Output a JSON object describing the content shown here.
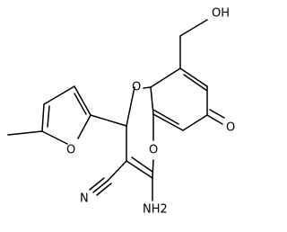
{
  "structure": {
    "atoms": [
      {
        "id": "ring-o-top",
        "label": "O"
      },
      {
        "id": "ring-o-bottom",
        "label": "O"
      },
      {
        "id": "furan-o",
        "label": "O"
      },
      {
        "id": "carbonyl-o",
        "label": "O"
      },
      {
        "id": "hydroxyl-oh",
        "label": "OH"
      },
      {
        "id": "amino-nh2",
        "label": "NH2"
      },
      {
        "id": "nitrile-n",
        "label": "N"
      }
    ]
  },
  "colors": {
    "bond": "#000000",
    "background": "#ffffff"
  }
}
